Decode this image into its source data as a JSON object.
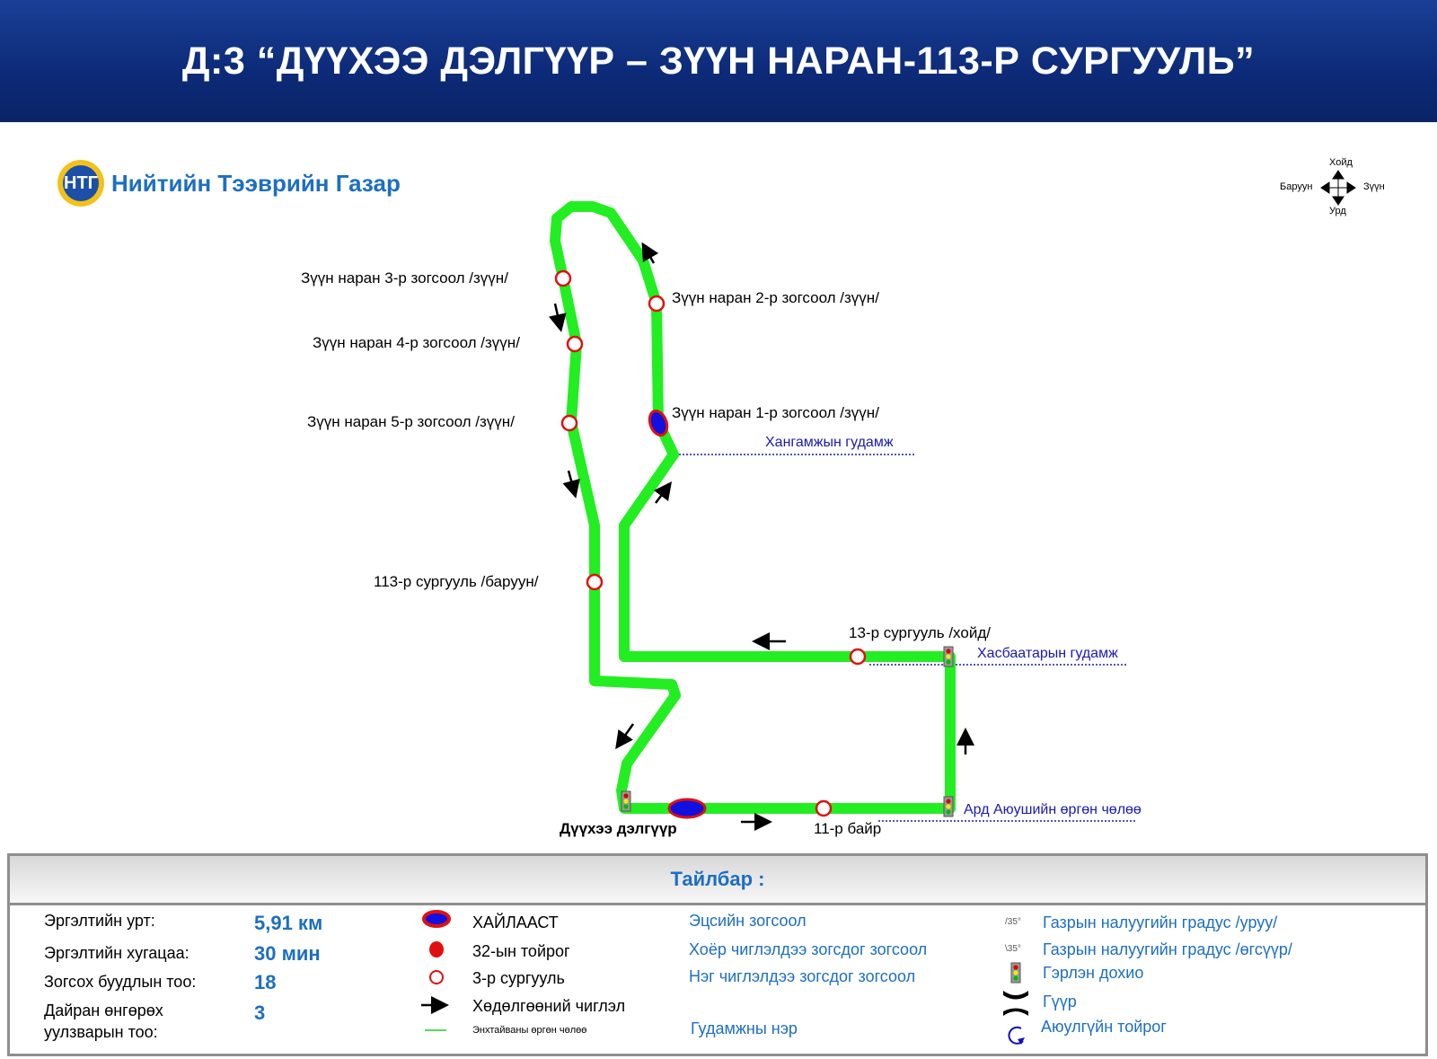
{
  "header": {
    "title": "Д:3 “ДҮҮХЭЭ ДЭЛГҮҮР – ЗҮҮН НАРАН-113-Р СУРГУУЛЬ”"
  },
  "logo": {
    "text": "Нийтийн Тээврийн Газар",
    "mark": "НТГ"
  },
  "compass": {
    "north": "Хойд",
    "south": "Урд",
    "west": "Баруун",
    "east": "Зүүн"
  },
  "stops": [
    {
      "label": "Зүүн наран 3-р зогсоол /зүүн/"
    },
    {
      "label": "Зүүн наран 2-р зогсоол /зүүн/"
    },
    {
      "label": "Зүүн наран 4-р зогсоол /зүүн/"
    },
    {
      "label": "Зүүн наран 1-р зогсоол /зүүн/"
    },
    {
      "label": "Зүүн наран 5-р зогсоол /зүүн/"
    },
    {
      "label": "113-р сургууль /баруун/"
    },
    {
      "label": "13-р сургууль /хойд/"
    },
    {
      "label": "Дүүхээ дэлгүүр"
    },
    {
      "label": "11-р байр"
    }
  ],
  "streets": [
    "Хангамжын гудамж",
    "Хасбаатарын гудамж",
    "Ард Аюушийн өргөн чөлөө"
  ],
  "colors": {
    "route": "#22ee22",
    "stop": "#e01010",
    "terminal": "#1010e0",
    "header": "#0c2a78",
    "accent": "#1d6fc0"
  },
  "legend": {
    "title": "Тайлбар :",
    "stats": [
      {
        "label": "Эргэлтийн урт:",
        "value": "5,91 км"
      },
      {
        "label": "Эргэлтийн хугацаа:",
        "value": "30 мин"
      },
      {
        "label": "Зогсох буудлын тоо:",
        "value": "18"
      },
      {
        "label": "Дайран өнгөрөх",
        "label2": "уулзварын тоо:",
        "value": "3"
      }
    ],
    "symbols": [
      "ХАЙЛААСТ",
      "32-ын тойрог",
      "3-р сургууль",
      "Хөдөлгөөний чиглэл",
      "Энхтайваны өргөн чөлөө"
    ],
    "stop_types": [
      "Эцсийн зогсоол",
      "Хоёр чиглэлдээ зогсдог зогсоол",
      "Нэг чиглэлдээ зогсдог зогсоол",
      "Гудамжны нэр"
    ],
    "slope_mark": "35",
    "others": [
      "Газрын налуугийн градус /уруу/",
      "Газрын налуугийн градус /өгсүүр/",
      "Гэрлэн дохио",
      "Гүүр",
      "Аюулгүйн тойрог"
    ]
  }
}
